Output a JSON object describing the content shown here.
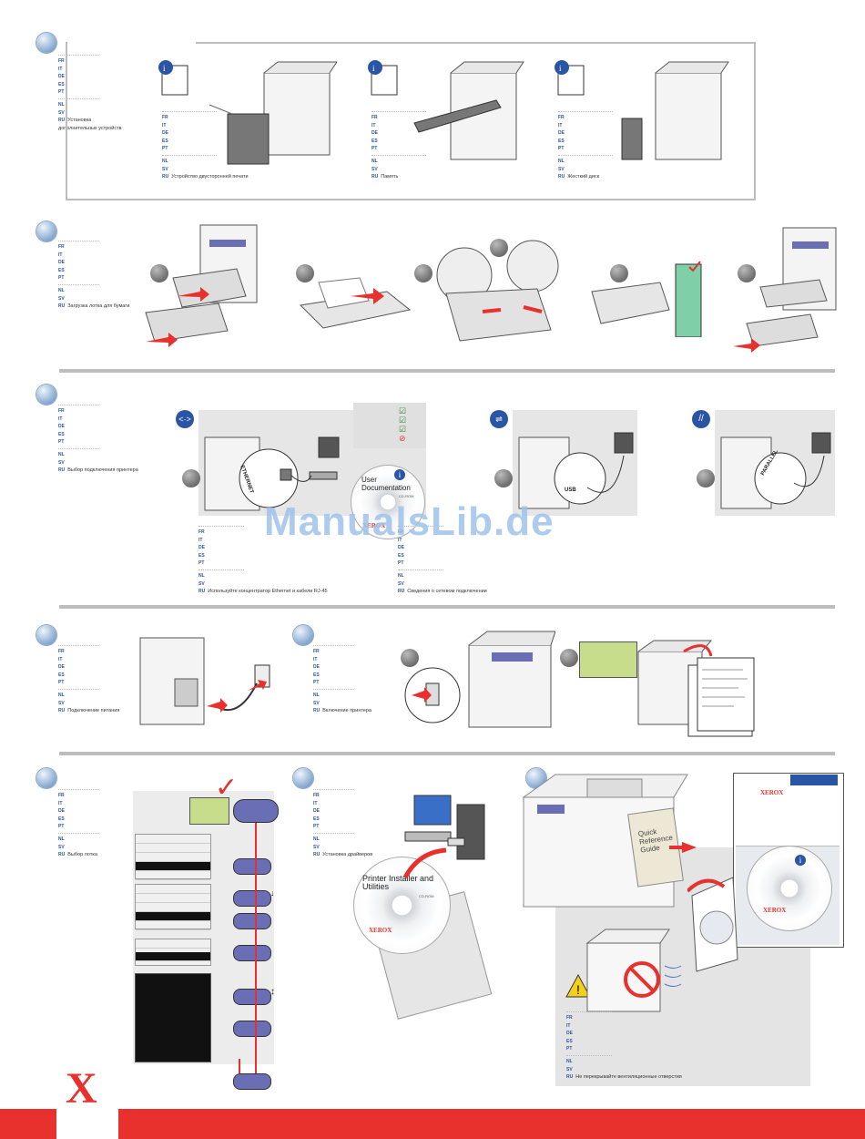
{
  "sections": {
    "install_options": {
      "list": [
        "FR",
        "IT",
        "DE",
        "ES",
        "PT",
        "NL",
        "SV"
      ],
      "ru_label": "Установка дополнительных устройств",
      "sub_items": [
        {
          "list": [
            "FR",
            "IT",
            "DE",
            "ES",
            "PT",
            "NL",
            "SV"
          ],
          "ru_label": "Устройство двусторонней печати"
        },
        {
          "list": [
            "FR",
            "IT",
            "DE",
            "ES",
            "PT",
            "NL",
            "SV"
          ],
          "ru_label": "Память"
        },
        {
          "list": [
            "FR",
            "IT",
            "DE",
            "ES",
            "PT",
            "NL",
            "SV"
          ],
          "ru_label": "Жесткий диск"
        }
      ]
    },
    "load_paper": {
      "list": [
        "FR",
        "IT",
        "DE",
        "ES",
        "PT",
        "NL",
        "SV"
      ],
      "ru_label": "Загрузка лотка для бумаги"
    },
    "connection": {
      "list": [
        "FR",
        "IT",
        "DE",
        "ES",
        "PT",
        "NL",
        "SV"
      ],
      "ru_label": "Выбор подключения принтера",
      "ethernet": {
        "list": [
          "FR",
          "IT",
          "DE",
          "ES",
          "PT",
          "NL",
          "SV"
        ],
        "ru_label": "Используйте концентратор Ethernet и кабели RJ-45"
      },
      "docs": {
        "list": [
          "FR",
          "IT",
          "DE",
          "ES",
          "PT",
          "NL",
          "SV"
        ],
        "ru_label": "Сведения о сетевом подключении"
      },
      "cd_title": "User Documentation",
      "cd_sub": "CD-ROM",
      "cd_brand": "XEROX",
      "port_ethernet": "ETHERNET",
      "port_usb": "USB",
      "port_parallel": "PARALLEL"
    },
    "power": {
      "list": [
        "FR",
        "IT",
        "DE",
        "ES",
        "PT",
        "NL",
        "SV"
      ],
      "ru_label": "Подключение питания"
    },
    "power_on": {
      "list": [
        "FR",
        "IT",
        "DE",
        "ES",
        "PT",
        "NL",
        "SV"
      ],
      "ru_label": "Включение принтера"
    },
    "tray": {
      "list": [
        "FR",
        "IT",
        "DE",
        "ES",
        "PT",
        "NL",
        "SV"
      ],
      "ru_label": "Выбор лотка"
    },
    "drivers": {
      "list": [
        "FR",
        "IT",
        "DE",
        "ES",
        "PT",
        "NL",
        "SV"
      ],
      "ru_label": "Установка драйверов",
      "cd_title": "Printer Installer and Utilities",
      "cd_sub": "CD-ROM",
      "cd_brand": "XEROX"
    },
    "ventilation": {
      "list": [
        "FR",
        "IT",
        "DE",
        "ES",
        "PT",
        "NL",
        "SV"
      ],
      "ru_label": "Не перекрывайте вентиляционные отверстия",
      "guide_title": "Quick Reference Guide",
      "folder_brand": "XEROX",
      "folder_cd_brand": "XEROX"
    }
  },
  "watermark": "ManualsLib.de",
  "brand": {
    "logo_letter": "X",
    "accent": "#e8312d",
    "step_blue": "#5c86b8",
    "link_blue": "#2a55a5"
  }
}
